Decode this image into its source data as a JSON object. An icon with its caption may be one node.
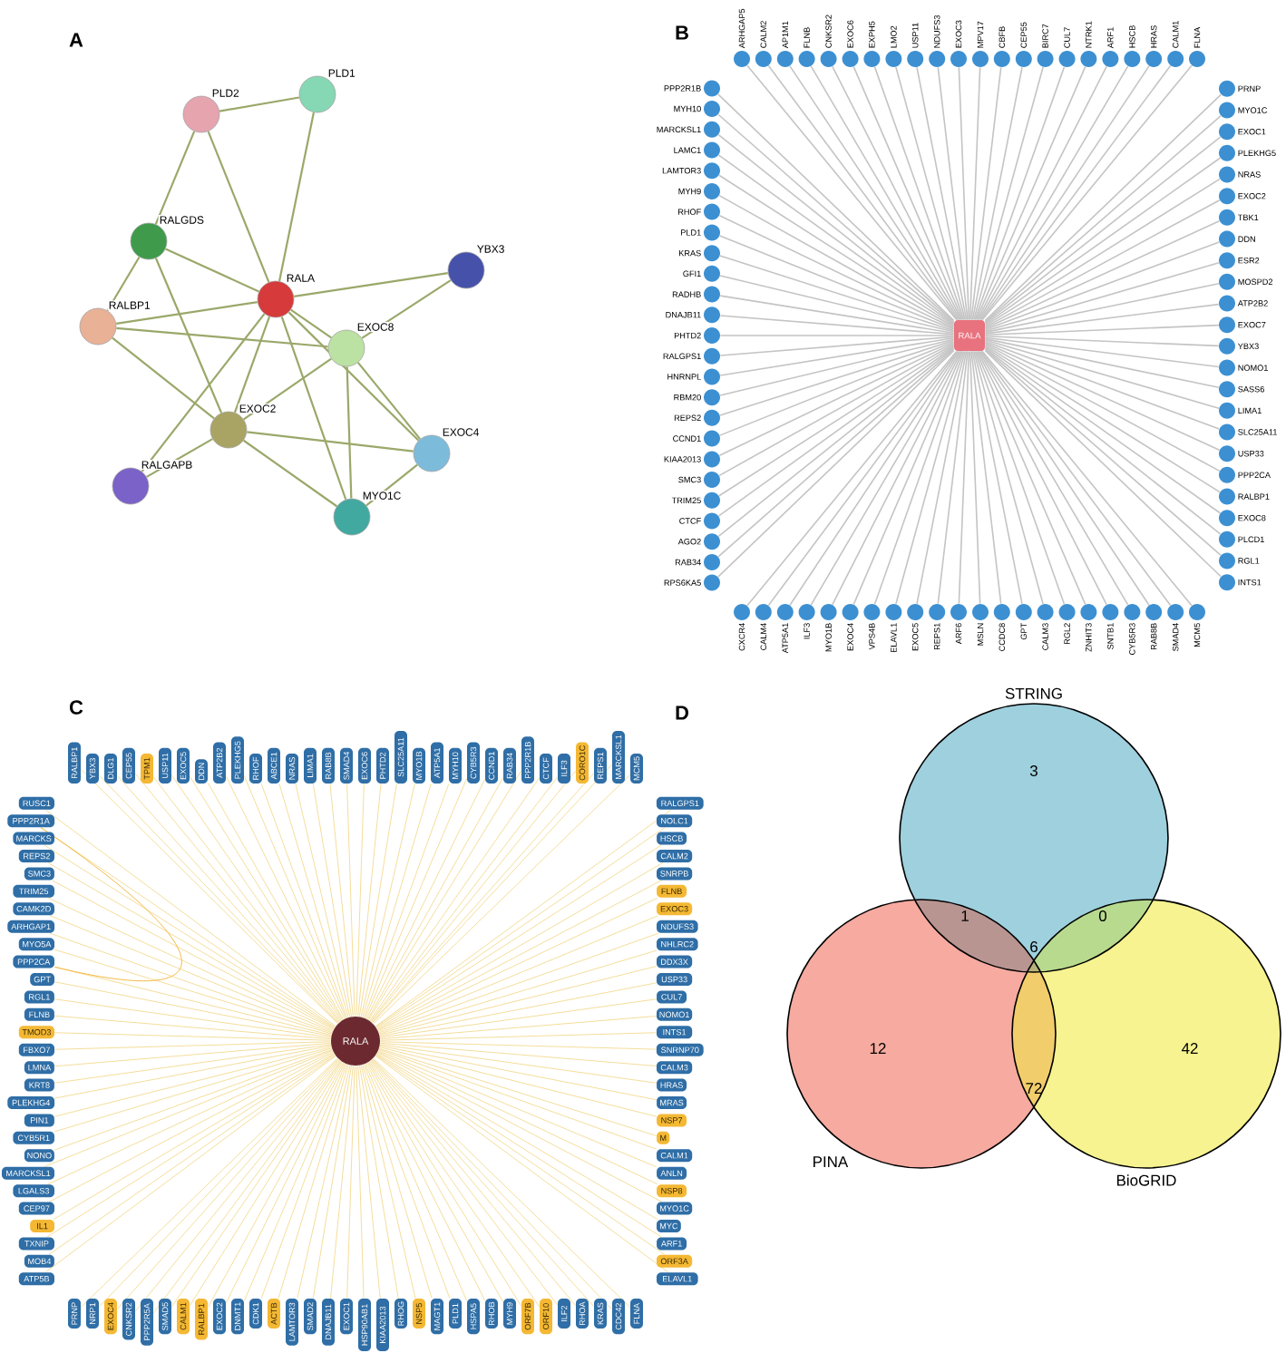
{
  "diagram": {
    "nodes": [
      {
        "text": [
          "PLD2"
        ]
      },
      {
        "text": [
          "PLD1"
        ]
      },
      {
        "text": [
          "RALGDS"
        ]
      },
      {
        "text": [
          "YBX3"
        ]
      },
      {
        "text": [
          "RALA"
        ]
      },
      {
        "text": [
          "RALBP1"
        ]
      },
      {
        "text": [
          "EXOC8"
        ]
      },
      {
        "text": [
          "EXOC2"
        ]
      },
      {
        "text": [
          "EXOC4"
        ]
      },
      {
        "text": [
          "RALGAPB"
        ]
      },
      {
        "text": [
          "MYO1C"
        ]
      },
      {
        "text": [
          "RALA"
        ]
      },
      {
        "text": [
          "ARHGAP5"
        ]
      },
      {
        "text": [
          "CALM2"
        ]
      },
      {
        "text": [
          "AP1M1"
        ]
      },
      {
        "text": [
          "FLNB"
        ]
      },
      {
        "text": [
          "CNKSR2"
        ]
      },
      {
        "text": [
          "EXOC6"
        ]
      },
      {
        "text": [
          "EXPH5"
        ]
      },
      {
        "text": [
          "LMO2"
        ]
      },
      {
        "text": [
          "USP11"
        ]
      },
      {
        "text": [
          "NDUFS3"
        ]
      },
      {
        "text": [
          "EXOC3"
        ]
      },
      {
        "text": [
          "MPV17"
        ]
      },
      {
        "text": [
          "CBFB"
        ]
      },
      {
        "text": [
          "CEP55"
        ]
      },
      {
        "text": [
          "BIRC7"
        ]
      },
      {
        "text": [
          "CUL7"
        ]
      },
      {
        "text": [
          "NTRK1"
        ]
      },
      {
        "text": [
          "ARF1"
        ]
      },
      {
        "text": [
          "HSCB"
        ]
      },
      {
        "text": [
          "HRAS"
        ]
      },
      {
        "text": [
          "CALM1"
        ]
      },
      {
        "text": [
          "FLNA"
        ]
      },
      {
        "text": [
          "PRNP"
        ]
      },
      {
        "text": [
          "MYO1C"
        ]
      },
      {
        "text": [
          "EXOC1"
        ]
      },
      {
        "text": [
          "PLEKHG5"
        ]
      },
      {
        "text": [
          "NRAS"
        ]
      },
      {
        "text": [
          "EXOC2"
        ]
      },
      {
        "text": [
          "TBK1"
        ]
      },
      {
        "text": [
          "DDN"
        ]
      },
      {
        "text": [
          "ESR2"
        ]
      },
      {
        "text": [
          "MOSPD2"
        ]
      },
      {
        "text": [
          "ATP2B2"
        ]
      },
      {
        "text": [
          "EXOC7"
        ]
      },
      {
        "text": [
          "YBX3"
        ]
      },
      {
        "text": [
          "NOMO1"
        ]
      },
      {
        "text": [
          "SASS6"
        ]
      },
      {
        "text": [
          "LIMA1"
        ]
      },
      {
        "text": [
          "SLC25A11"
        ]
      },
      {
        "text": [
          "USP33"
        ]
      },
      {
        "text": [
          "PPP2CA"
        ]
      },
      {
        "text": [
          "RALBP1"
        ]
      },
      {
        "text": [
          "EXOC8"
        ]
      },
      {
        "text": [
          "PLCD1"
        ]
      },
      {
        "text": [
          "RGL1"
        ]
      },
      {
        "text": [
          "INTS1"
        ]
      },
      {
        "text": [
          "MCM5"
        ]
      },
      {
        "text": [
          "SMAD4"
        ]
      },
      {
        "text": [
          "RAB8B"
        ]
      },
      {
        "text": [
          "CYB5R3"
        ]
      },
      {
        "text": [
          "SNTB1"
        ]
      },
      {
        "text": [
          "ZNHIT3"
        ]
      },
      {
        "text": [
          "RGL2"
        ]
      },
      {
        "text": [
          "CALM3"
        ]
      },
      {
        "text": [
          "GPT"
        ]
      },
      {
        "text": [
          "CCDC8"
        ]
      },
      {
        "text": [
          "MSLN"
        ]
      },
      {
        "text": [
          "ARF6"
        ]
      },
      {
        "text": [
          "REPS1"
        ]
      },
      {
        "text": [
          "EXOC5"
        ]
      },
      {
        "text": [
          "ELAVL1"
        ]
      },
      {
        "text": [
          "VPS4B"
        ]
      },
      {
        "text": [
          "EXOC4"
        ]
      },
      {
        "text": [
          "MYO1B"
        ]
      },
      {
        "text": [
          "ILF3"
        ]
      },
      {
        "text": [
          "ATP5A1"
        ]
      },
      {
        "text": [
          "CALM4"
        ]
      },
      {
        "text": [
          "CXCR4"
        ]
      },
      {
        "text": [
          "RPS6KA5"
        ]
      },
      {
        "text": [
          "RAB34"
        ]
      },
      {
        "text": [
          "AGO2"
        ]
      },
      {
        "text": [
          "CTCF"
        ]
      },
      {
        "text": [
          "TRIM25"
        ]
      },
      {
        "text": [
          "SMC3"
        ]
      },
      {
        "text": [
          "KIAA2013"
        ]
      },
      {
        "text": [
          "CCND1"
        ]
      },
      {
        "text": [
          "REPS2"
        ]
      },
      {
        "text": [
          "RBM20"
        ]
      },
      {
        "text": [
          "HNRNPL"
        ]
      },
      {
        "text": [
          "RALGPS1"
        ]
      },
      {
        "text": [
          "PHTD2"
        ]
      },
      {
        "text": [
          "DNAJB11"
        ]
      },
      {
        "text": [
          "RADHB"
        ]
      },
      {
        "text": [
          "GFI1"
        ]
      },
      {
        "text": [
          "KRAS"
        ]
      },
      {
        "text": [
          "PLD1"
        ]
      },
      {
        "text": [
          "RHOF"
        ]
      },
      {
        "text": [
          "MYH9"
        ]
      },
      {
        "text": [
          "LAMTOR3"
        ]
      },
      {
        "text": [
          "LAMC1"
        ]
      },
      {
        "text": [
          "MARCKSL1"
        ]
      },
      {
        "text": [
          "MYH10"
        ]
      },
      {
        "text": [
          "PPP2R1B"
        ]
      },
      {
        "text": [
          "RALA"
        ]
      },
      {
        "text": [
          "RALBP1"
        ]
      },
      {
        "text": [
          "YBX3"
        ]
      },
      {
        "text": [
          "DLG1"
        ]
      },
      {
        "text": [
          "CEP55"
        ]
      },
      {
        "text": [
          "TPM1"
        ]
      },
      {
        "text": [
          "USP11"
        ]
      },
      {
        "text": [
          "EXOC5"
        ]
      },
      {
        "text": [
          "DDN"
        ]
      },
      {
        "text": [
          "ATP2B2"
        ]
      },
      {
        "text": [
          "PLEKHG5"
        ]
      },
      {
        "text": [
          "RHOF"
        ]
      },
      {
        "text": [
          "ABCE1"
        ]
      },
      {
        "text": [
          "NRAS"
        ]
      },
      {
        "text": [
          "LIMA1"
        ]
      },
      {
        "text": [
          "RAB8B"
        ]
      },
      {
        "text": [
          "SMAD4"
        ]
      },
      {
        "text": [
          "EXOC6"
        ]
      },
      {
        "text": [
          "PHTD2"
        ]
      },
      {
        "text": [
          "SLC25A11"
        ]
      },
      {
        "text": [
          "MYO1B"
        ]
      },
      {
        "text": [
          "ATP5A1"
        ]
      },
      {
        "text": [
          "MYH10"
        ]
      },
      {
        "text": [
          "CYB5R3"
        ]
      },
      {
        "text": [
          "CCND1"
        ]
      },
      {
        "text": [
          "RAB34"
        ]
      },
      {
        "text": [
          "PPP2R1B"
        ]
      },
      {
        "text": [
          "CTCF"
        ]
      },
      {
        "text": [
          "ILF3"
        ]
      },
      {
        "text": [
          "CORO1C"
        ]
      },
      {
        "text": [
          "REPS1"
        ]
      },
      {
        "text": [
          "MARCKSL1"
        ]
      },
      {
        "text": [
          "MCM5"
        ]
      },
      {
        "text": [
          "RALGPS1"
        ]
      },
      {
        "text": [
          "NOLC1"
        ]
      },
      {
        "text": [
          "HSCB"
        ]
      },
      {
        "text": [
          "CALM2"
        ]
      },
      {
        "text": [
          "SNRPB"
        ]
      },
      {
        "text": [
          "FLNB"
        ]
      },
      {
        "text": [
          "EXOC3"
        ]
      },
      {
        "text": [
          "NDUFS3"
        ]
      },
      {
        "text": [
          "NHLRC2"
        ]
      },
      {
        "text": [
          "DDX3X"
        ]
      },
      {
        "text": [
          "USP33"
        ]
      },
      {
        "text": [
          "CUL7"
        ]
      },
      {
        "text": [
          "NOMO1"
        ]
      },
      {
        "text": [
          "INTS1"
        ]
      },
      {
        "text": [
          "SNRNP70"
        ]
      },
      {
        "text": [
          "CALM3"
        ]
      },
      {
        "text": [
          "HRAS"
        ]
      },
      {
        "text": [
          "MRAS"
        ]
      },
      {
        "text": [
          "NSP7"
        ]
      },
      {
        "text": [
          "M"
        ]
      },
      {
        "text": [
          "CALM1"
        ]
      },
      {
        "text": [
          "ANLN"
        ]
      },
      {
        "text": [
          "NSP8"
        ]
      },
      {
        "text": [
          "MYO1C"
        ]
      },
      {
        "text": [
          "MYC"
        ]
      },
      {
        "text": [
          "ARF1"
        ]
      },
      {
        "text": [
          "ORF3A"
        ]
      },
      {
        "text": [
          "ELAVL1"
        ]
      },
      {
        "text": [
          "FLNA"
        ]
      },
      {
        "text": [
          "CDC42"
        ]
      },
      {
        "text": [
          "KRAS"
        ]
      },
      {
        "text": [
          "RHOA"
        ]
      },
      {
        "text": [
          "ILF2"
        ]
      },
      {
        "text": [
          "ORF10"
        ]
      },
      {
        "text": [
          "ORF7B"
        ]
      },
      {
        "text": [
          "MYH9"
        ]
      },
      {
        "text": [
          "RHOB"
        ]
      },
      {
        "text": [
          "HSPA5"
        ]
      },
      {
        "text": [
          "PLD1"
        ]
      },
      {
        "text": [
          "MAGT1"
        ]
      },
      {
        "text": [
          "NSP5"
        ]
      },
      {
        "text": [
          "RHOG"
        ]
      },
      {
        "text": [
          "KIAA2013"
        ]
      },
      {
        "text": [
          "HSP90AB1"
        ]
      },
      {
        "text": [
          "EXOC1"
        ]
      },
      {
        "text": [
          "DNAJB11"
        ]
      },
      {
        "text": [
          "SMAD2"
        ]
      },
      {
        "text": [
          "LAMTOR3"
        ]
      },
      {
        "text": [
          "ACTB"
        ]
      },
      {
        "text": [
          "CDK1"
        ]
      },
      {
        "text": [
          "DNMT1"
        ]
      },
      {
        "text": [
          "EXOC2"
        ]
      },
      {
        "text": [
          "RALBP1"
        ]
      },
      {
        "text": [
          "CALM1"
        ]
      },
      {
        "text": [
          "SMAD5"
        ]
      },
      {
        "text": [
          "PPP2R5A"
        ]
      },
      {
        "text": [
          "CNKSR2"
        ]
      },
      {
        "text": [
          "EXOC4"
        ]
      },
      {
        "text": [
          "NRP1"
        ]
      },
      {
        "text": [
          "PRNP"
        ]
      },
      {
        "text": [
          "ATP5B"
        ]
      },
      {
        "text": [
          "MOB4"
        ]
      },
      {
        "text": [
          "TXNIP"
        ]
      },
      {
        "text": [
          "IL1"
        ]
      },
      {
        "text": [
          "CEP97"
        ]
      },
      {
        "text": [
          "LGALS3"
        ]
      },
      {
        "text": [
          "MARCKSL1"
        ]
      },
      {
        "text": [
          "NONO"
        ]
      },
      {
        "text": [
          "CYB5R1"
        ]
      },
      {
        "text": [
          "PIN1"
        ]
      },
      {
        "text": [
          "PLEKHG4"
        ]
      },
      {
        "text": [
          "KRT8"
        ]
      },
      {
        "text": [
          "LMNA"
        ]
      },
      {
        "text": [
          "FBXO7"
        ]
      },
      {
        "text": [
          "TMOD3"
        ]
      },
      {
        "text": [
          "FLNB"
        ]
      },
      {
        "text": [
          "RGL1"
        ]
      },
      {
        "text": [
          "GPT"
        ]
      },
      {
        "text": [
          "PPP2CA"
        ]
      },
      {
        "text": [
          "MYO5A"
        ]
      },
      {
        "text": [
          "ARHGAP1"
        ]
      },
      {
        "text": [
          "CAMK2D"
        ]
      },
      {
        "text": [
          "TRIM25"
        ]
      },
      {
        "text": [
          "SMC3"
        ]
      },
      {
        "text": [
          "REPS2"
        ]
      },
      {
        "text": [
          "MARCKS"
        ]
      },
      {
        "text": [
          "PPP2R1A"
        ]
      },
      {
        "text": [
          "RUSC1"
        ]
      },
      {
        "text": [
          "STRING"
        ]
      },
      {
        "text": [
          "PINA"
        ]
      },
      {
        "text": [
          "BioGRID"
        ]
      }
    ],
    "edges": [
      {
        "from": 0,
        "to": 1,
        "arrow": "none",
        "color": "#9aa86a"
      },
      {
        "from": 0,
        "to": 2,
        "arrow": "none",
        "color": "#9aa86a"
      },
      {
        "from": 0,
        "to": 4,
        "arrow": "none",
        "color": "#9aa86a"
      },
      {
        "from": 1,
        "to": 4,
        "arrow": "none",
        "color": "#9aa86a"
      },
      {
        "from": 2,
        "to": 4,
        "arrow": "none",
        "color": "#9aa86a"
      },
      {
        "from": 2,
        "to": 5,
        "arrow": "none",
        "color": "#9aa86a"
      },
      {
        "from": 2,
        "to": 7,
        "arrow": "none",
        "color": "#9aa86a"
      },
      {
        "from": 4,
        "to": 3,
        "arrow": "none",
        "color": "#9aa86a"
      },
      {
        "from": 4,
        "to": 5,
        "arrow": "none",
        "color": "#9aa86a"
      },
      {
        "from": 4,
        "to": 6,
        "arrow": "none",
        "color": "#9aa86a"
      },
      {
        "from": 4,
        "to": 7,
        "arrow": "none",
        "color": "#9aa86a"
      },
      {
        "from": 4,
        "to": 8,
        "arrow": "none",
        "color": "#9aa86a"
      },
      {
        "from": 4,
        "to": 10,
        "arrow": "none",
        "color": "#9aa86a"
      },
      {
        "from": 4,
        "to": 9,
        "arrow": "none",
        "color": "#9aa86a"
      },
      {
        "from": 5,
        "to": 6,
        "arrow": "none",
        "color": "#9aa86a"
      },
      {
        "from": 5,
        "to": 7,
        "arrow": "none",
        "color": "#9aa86a"
      },
      {
        "from": 3,
        "to": 6,
        "arrow": "none",
        "color": "#9aa86a"
      },
      {
        "from": 6,
        "to": 7,
        "arrow": "none",
        "color": "#9aa86a"
      },
      {
        "from": 6,
        "to": 8,
        "arrow": "none",
        "color": "#9aa86a"
      },
      {
        "from": 6,
        "to": 10,
        "arrow": "none",
        "color": "#9aa86a"
      },
      {
        "from": 7,
        "to": 8,
        "arrow": "none",
        "color": "#9aa86a"
      },
      {
        "from": 7,
        "to": 10,
        "arrow": "none",
        "color": "#9aa86a"
      },
      {
        "from": 7,
        "to": 9,
        "arrow": "none",
        "color": "#9aa86a"
      },
      {
        "from": 8,
        "to": 10,
        "arrow": "none",
        "color": "#9aa86a"
      },
      {
        "from": 11,
        "to": 12,
        "arrow": "none",
        "color": "#c4c4c4"
      },
      {
        "from": 11,
        "to": 13,
        "arrow": "none",
        "color": "#c4c4c4"
      },
      {
        "from": 11,
        "to": 14,
        "arrow": "none",
        "color": "#c4c4c4"
      },
      {
        "from": 11,
        "to": 15,
        "arrow": "none",
        "color": "#c4c4c4"
      },
      {
        "from": 11,
        "to": 16,
        "arrow": "none",
        "color": "#c4c4c4"
      },
      {
        "from": 11,
        "to": 17,
        "arrow": "none",
        "color": "#c4c4c4"
      },
      {
        "from": 11,
        "to": 18,
        "arrow": "none",
        "color": "#c4c4c4"
      },
      {
        "from": 11,
        "to": 19,
        "arrow": "none",
        "color": "#c4c4c4"
      },
      {
        "from": 11,
        "to": 20,
        "arrow": "none",
        "color": "#c4c4c4"
      },
      {
        "from": 11,
        "to": 21,
        "arrow": "none",
        "color": "#c4c4c4"
      },
      {
        "from": 11,
        "to": 22,
        "arrow": "none",
        "color": "#c4c4c4"
      },
      {
        "from": 11,
        "to": 23,
        "arrow": "none",
        "color": "#c4c4c4"
      },
      {
        "from": 11,
        "to": 24,
        "arrow": "none",
        "color": "#c4c4c4"
      },
      {
        "from": 11,
        "to": 25,
        "arrow": "none",
        "color": "#c4c4c4"
      },
      {
        "from": 11,
        "to": 26,
        "arrow": "none",
        "color": "#c4c4c4"
      },
      {
        "from": 11,
        "to": 27,
        "arrow": "none",
        "color": "#c4c4c4"
      },
      {
        "from": 11,
        "to": 28,
        "arrow": "none",
        "color": "#c4c4c4"
      },
      {
        "from": 11,
        "to": 29,
        "arrow": "none",
        "color": "#c4c4c4"
      },
      {
        "from": 11,
        "to": 30,
        "arrow": "none",
        "color": "#c4c4c4"
      },
      {
        "from": 11,
        "to": 31,
        "arrow": "none",
        "color": "#c4c4c4"
      },
      {
        "from": 11,
        "to": 32,
        "arrow": "none",
        "color": "#c4c4c4"
      },
      {
        "from": 11,
        "to": 33,
        "arrow": "none",
        "color": "#c4c4c4"
      },
      {
        "from": 11,
        "to": 34,
        "arrow": "none",
        "color": "#c4c4c4"
      },
      {
        "from": 11,
        "to": 35,
        "arrow": "none",
        "color": "#c4c4c4"
      },
      {
        "from": 11,
        "to": 36,
        "arrow": "none",
        "color": "#c4c4c4"
      },
      {
        "from": 11,
        "to": 37,
        "arrow": "none",
        "color": "#c4c4c4"
      },
      {
        "from": 11,
        "to": 38,
        "arrow": "none",
        "color": "#c4c4c4"
      },
      {
        "from": 11,
        "to": 39,
        "arrow": "none",
        "color": "#c4c4c4"
      },
      {
        "from": 11,
        "to": 40,
        "arrow": "none",
        "color": "#c4c4c4"
      },
      {
        "from": 11,
        "to": 41,
        "arrow": "none",
        "color": "#c4c4c4"
      },
      {
        "from": 11,
        "to": 42,
        "arrow": "none",
        "color": "#c4c4c4"
      },
      {
        "from": 11,
        "to": 43,
        "arrow": "none",
        "color": "#c4c4c4"
      },
      {
        "from": 11,
        "to": 44,
        "arrow": "none",
        "color": "#c4c4c4"
      },
      {
        "from": 11,
        "to": 45,
        "arrow": "none",
        "color": "#c4c4c4"
      },
      {
        "from": 11,
        "to": 46,
        "arrow": "none",
        "color": "#c4c4c4"
      },
      {
        "from": 11,
        "to": 47,
        "arrow": "none",
        "color": "#c4c4c4"
      },
      {
        "from": 11,
        "to": 48,
        "arrow": "none",
        "color": "#c4c4c4"
      },
      {
        "from": 11,
        "to": 49,
        "arrow": "none",
        "color": "#c4c4c4"
      },
      {
        "from": 11,
        "to": 50,
        "arrow": "none",
        "color": "#c4c4c4"
      },
      {
        "from": 11,
        "to": 51,
        "arrow": "none",
        "color": "#c4c4c4"
      },
      {
        "from": 11,
        "to": 52,
        "arrow": "none",
        "color": "#c4c4c4"
      },
      {
        "from": 11,
        "to": 53,
        "arrow": "none",
        "color": "#c4c4c4"
      },
      {
        "from": 11,
        "to": 54,
        "arrow": "none",
        "color": "#c4c4c4"
      },
      {
        "from": 11,
        "to": 55,
        "arrow": "none",
        "color": "#c4c4c4"
      },
      {
        "from": 11,
        "to": 56,
        "arrow": "none",
        "color": "#c4c4c4"
      },
      {
        "from": 11,
        "to": 57,
        "arrow": "none",
        "color": "#c4c4c4"
      },
      {
        "from": 11,
        "to": 58,
        "arrow": "none",
        "color": "#c4c4c4"
      },
      {
        "from": 11,
        "to": 59,
        "arrow": "none",
        "color": "#c4c4c4"
      },
      {
        "from": 11,
        "to": 60,
        "arrow": "none",
        "color": "#c4c4c4"
      },
      {
        "from": 11,
        "to": 61,
        "arrow": "none",
        "color": "#c4c4c4"
      },
      {
        "from": 11,
        "to": 62,
        "arrow": "none",
        "color": "#c4c4c4"
      },
      {
        "from": 11,
        "to": 63,
        "arrow": "none",
        "color": "#c4c4c4"
      },
      {
        "from": 11,
        "to": 64,
        "arrow": "none",
        "color": "#c4c4c4"
      },
      {
        "from": 11,
        "to": 65,
        "arrow": "none",
        "color": "#c4c4c4"
      },
      {
        "from": 11,
        "to": 66,
        "arrow": "none",
        "color": "#c4c4c4"
      },
      {
        "from": 11,
        "to": 67,
        "arrow": "none",
        "color": "#c4c4c4"
      },
      {
        "from": 11,
        "to": 68,
        "arrow": "none",
        "color": "#c4c4c4"
      },
      {
        "from": 11,
        "to": 69,
        "arrow": "none",
        "color": "#c4c4c4"
      },
      {
        "from": 11,
        "to": 70,
        "arrow": "none",
        "color": "#c4c4c4"
      },
      {
        "from": 11,
        "to": 71,
        "arrow": "none",
        "color": "#c4c4c4"
      },
      {
        "from": 11,
        "to": 72,
        "arrow": "none",
        "color": "#c4c4c4"
      },
      {
        "from": 11,
        "to": 73,
        "arrow": "none",
        "color": "#c4c4c4"
      },
      {
        "from": 11,
        "to": 74,
        "arrow": "none",
        "color": "#c4c4c4"
      },
      {
        "from": 11,
        "to": 75,
        "arrow": "none",
        "color": "#c4c4c4"
      },
      {
        "from": 11,
        "to": 76,
        "arrow": "none",
        "color": "#c4c4c4"
      },
      {
        "from": 11,
        "to": 77,
        "arrow": "none",
        "color": "#c4c4c4"
      },
      {
        "from": 11,
        "to": 78,
        "arrow": "none",
        "color": "#c4c4c4"
      },
      {
        "from": 11,
        "to": 79,
        "arrow": "none",
        "color": "#c4c4c4"
      },
      {
        "from": 11,
        "to": 80,
        "arrow": "none",
        "color": "#c4c4c4"
      },
      {
        "from": 11,
        "to": 81,
        "arrow": "none",
        "color": "#c4c4c4"
      },
      {
        "from": 11,
        "to": 82,
        "arrow": "none",
        "color": "#c4c4c4"
      },
      {
        "from": 11,
        "to": 83,
        "arrow": "none",
        "color": "#c4c4c4"
      },
      {
        "from": 11,
        "to": 84,
        "arrow": "none",
        "color": "#c4c4c4"
      },
      {
        "from": 11,
        "to": 85,
        "arrow": "none",
        "color": "#c4c4c4"
      },
      {
        "from": 11,
        "to": 86,
        "arrow": "none",
        "color": "#c4c4c4"
      },
      {
        "from": 11,
        "to": 87,
        "arrow": "none",
        "color": "#c4c4c4"
      },
      {
        "from": 11,
        "to": 88,
        "arrow": "none",
        "color": "#c4c4c4"
      },
      {
        "from": 11,
        "to": 89,
        "arrow": "none",
        "color": "#c4c4c4"
      },
      {
        "from": 11,
        "to": 90,
        "arrow": "none",
        "color": "#c4c4c4"
      },
      {
        "from": 11,
        "to": 91,
        "arrow": "none",
        "color": "#c4c4c4"
      },
      {
        "from": 11,
        "to": 92,
        "arrow": "none",
        "color": "#c4c4c4"
      },
      {
        "from": 11,
        "to": 93,
        "arrow": "none",
        "color": "#c4c4c4"
      },
      {
        "from": 11,
        "to": 94,
        "arrow": "none",
        "color": "#c4c4c4"
      },
      {
        "from": 11,
        "to": 95,
        "arrow": "none",
        "color": "#c4c4c4"
      },
      {
        "from": 11,
        "to": 96,
        "arrow": "none",
        "color": "#c4c4c4"
      },
      {
        "from": 11,
        "to": 97,
        "arrow": "none",
        "color": "#c4c4c4"
      },
      {
        "from": 11,
        "to": 98,
        "arrow": "none",
        "color": "#c4c4c4"
      },
      {
        "from": 11,
        "to": 99,
        "arrow": "none",
        "color": "#c4c4c4"
      },
      {
        "from": 11,
        "to": 100,
        "arrow": "none",
        "color": "#c4c4c4"
      },
      {
        "from": 11,
        "to": 101,
        "arrow": "none",
        "color": "#c4c4c4"
      },
      {
        "from": 11,
        "to": 102,
        "arrow": "none",
        "color": "#c4c4c4"
      },
      {
        "from": 11,
        "to": 103,
        "arrow": "none",
        "color": "#c4c4c4"
      },
      {
        "from": 11,
        "to": 104,
        "arrow": "none",
        "color": "#c4c4c4"
      },
      {
        "from": 105,
        "to": 106,
        "arrow": "none"
      },
      {
        "from": 105,
        "to": 107,
        "arrow": "none"
      },
      {
        "from": 105,
        "to": 108,
        "arrow": "none"
      },
      {
        "from": 105,
        "to": 109,
        "arrow": "none"
      },
      {
        "from": 105,
        "to": 110,
        "arrow": "none"
      },
      {
        "from": 105,
        "to": 111,
        "arrow": "none"
      },
      {
        "from": 105,
        "to": 112,
        "arrow": "none"
      },
      {
        "from": 105,
        "to": 113,
        "arrow": "none"
      },
      {
        "from": 105,
        "to": 114,
        "arrow": "none"
      },
      {
        "from": 105,
        "to": 115,
        "arrow": "none"
      },
      {
        "from": 105,
        "to": 116,
        "arrow": "none"
      },
      {
        "from": 105,
        "to": 117,
        "arrow": "none"
      },
      {
        "from": 105,
        "to": 118,
        "arrow": "none"
      },
      {
        "from": 105,
        "to": 119,
        "arrow": "none"
      },
      {
        "from": 105,
        "to": 120,
        "arrow": "none"
      },
      {
        "from": 105,
        "to": 121,
        "arrow": "none"
      },
      {
        "from": 105,
        "to": 122,
        "arrow": "none"
      },
      {
        "from": 105,
        "to": 123,
        "arrow": "none"
      },
      {
        "from": 105,
        "to": 124,
        "arrow": "none"
      },
      {
        "from": 105,
        "to": 125,
        "arrow": "none"
      },
      {
        "from": 105,
        "to": 126,
        "arrow": "none"
      },
      {
        "from": 105,
        "to": 127,
        "arrow": "none"
      },
      {
        "from": 105,
        "to": 128,
        "arrow": "none"
      },
      {
        "from": 105,
        "to": 129,
        "arrow": "none"
      },
      {
        "from": 105,
        "to": 130,
        "arrow": "none"
      },
      {
        "from": 105,
        "to": 131,
        "arrow": "none"
      },
      {
        "from": 105,
        "to": 132,
        "arrow": "none"
      },
      {
        "from": 105,
        "to": 133,
        "arrow": "none"
      },
      {
        "from": 105,
        "to": 134,
        "arrow": "none"
      },
      {
        "from": 105,
        "to": 135,
        "arrow": "none"
      },
      {
        "from": 105,
        "to": 136,
        "arrow": "none"
      },
      {
        "from": 105,
        "to": 137,
        "arrow": "none"
      },
      {
        "from": 105,
        "to": 138,
        "arrow": "none"
      },
      {
        "from": 105,
        "to": 139,
        "arrow": "none"
      },
      {
        "from": 105,
        "to": 140,
        "arrow": "none"
      },
      {
        "from": 105,
        "to": 141,
        "arrow": "none"
      },
      {
        "from": 105,
        "to": 142,
        "arrow": "none"
      },
      {
        "from": 105,
        "to": 143,
        "arrow": "none"
      },
      {
        "from": 105,
        "to": 144,
        "arrow": "none"
      },
      {
        "from": 105,
        "to": 145,
        "arrow": "none"
      },
      {
        "from": 105,
        "to": 146,
        "arrow": "none"
      },
      {
        "from": 105,
        "to": 147,
        "arrow": "none"
      },
      {
        "from": 105,
        "to": 148,
        "arrow": "none"
      },
      {
        "from": 105,
        "to": 149,
        "arrow": "none"
      },
      {
        "from": 105,
        "to": 150,
        "arrow": "none"
      },
      {
        "from": 105,
        "to": 151,
        "arrow": "none"
      },
      {
        "from": 105,
        "to": 152,
        "arrow": "none"
      },
      {
        "from": 105,
        "to": 153,
        "arrow": "none"
      },
      {
        "from": 105,
        "to": 154,
        "arrow": "none"
      },
      {
        "from": 105,
        "to": 155,
        "arrow": "none"
      },
      {
        "from": 105,
        "to": 156,
        "arrow": "none"
      },
      {
        "from": 105,
        "to": 157,
        "arrow": "none"
      },
      {
        "from": 105,
        "to": 158,
        "arrow": "none"
      },
      {
        "from": 105,
        "to": 159,
        "arrow": "none"
      },
      {
        "from": 105,
        "to": 160,
        "arrow": "none"
      },
      {
        "from": 105,
        "to": 161,
        "arrow": "none"
      },
      {
        "from": 105,
        "to": 162,
        "arrow": "none"
      },
      {
        "from": 105,
        "to": 163,
        "arrow": "none"
      },
      {
        "from": 105,
        "to": 164,
        "arrow": "none"
      },
      {
        "from": 105,
        "to": 165,
        "arrow": "none"
      },
      {
        "from": 105,
        "to": 166,
        "arrow": "none"
      },
      {
        "from": 105,
        "to": 167,
        "arrow": "none"
      },
      {
        "from": 105,
        "to": 168,
        "arrow": "none"
      },
      {
        "from": 105,
        "to": 169,
        "arrow": "none"
      },
      {
        "from": 105,
        "to": 170,
        "arrow": "none"
      },
      {
        "from": 105,
        "to": 171,
        "arrow": "none"
      },
      {
        "from": 105,
        "to": 172,
        "arrow": "none"
      },
      {
        "from": 105,
        "to": 173,
        "arrow": "none"
      },
      {
        "from": 105,
        "to": 174,
        "arrow": "none"
      },
      {
        "from": 105,
        "to": 175,
        "arrow": "none"
      },
      {
        "from": 105,
        "to": 176,
        "arrow": "none"
      },
      {
        "from": 105,
        "to": 177,
        "arrow": "none"
      },
      {
        "from": 105,
        "to": 178,
        "arrow": "none"
      },
      {
        "from": 105,
        "to": 179,
        "arrow": "none"
      },
      {
        "from": 105,
        "to": 180,
        "arrow": "none"
      },
      {
        "from": 105,
        "to": 181,
        "arrow": "none"
      },
      {
        "from": 105,
        "to": 182,
        "arrow": "none"
      },
      {
        "from": 105,
        "to": 183,
        "arrow": "none"
      },
      {
        "from": 105,
        "to": 184,
        "arrow": "none"
      },
      {
        "from": 105,
        "to": 185,
        "arrow": "none"
      },
      {
        "from": 105,
        "to": 186,
        "arrow": "none"
      },
      {
        "from": 105,
        "to": 187,
        "arrow": "none"
      },
      {
        "from": 105,
        "to": 188,
        "arrow": "none"
      },
      {
        "from": 105,
        "to": 189,
        "arrow": "none"
      },
      {
        "from": 105,
        "to": 190,
        "arrow": "none"
      },
      {
        "from": 105,
        "to": 191,
        "arrow": "none"
      },
      {
        "from": 105,
        "to": 192,
        "arrow": "none"
      },
      {
        "from": 105,
        "to": 193,
        "arrow": "none"
      },
      {
        "from": 105,
        "to": 194,
        "arrow": "none"
      },
      {
        "from": 105,
        "to": 195,
        "arrow": "none"
      },
      {
        "from": 105,
        "to": 196,
        "arrow": "none"
      },
      {
        "from": 105,
        "to": 197,
        "arrow": "none"
      },
      {
        "from": 105,
        "to": 198,
        "arrow": "none"
      },
      {
        "from": 105,
        "to": 199,
        "arrow": "none"
      },
      {
        "from": 105,
        "to": 200,
        "arrow": "none"
      },
      {
        "from": 105,
        "to": 201,
        "arrow": "none"
      },
      {
        "from": 105,
        "to": 202,
        "arrow": "none"
      },
      {
        "from": 105,
        "to": 203,
        "arrow": "none"
      },
      {
        "from": 105,
        "to": 204,
        "arrow": "none"
      },
      {
        "from": 105,
        "to": 205,
        "arrow": "none"
      },
      {
        "from": 105,
        "to": 206,
        "arrow": "none"
      },
      {
        "from": 105,
        "to": 207,
        "arrow": "none"
      },
      {
        "from": 105,
        "to": 208,
        "arrow": "none"
      },
      {
        "from": 105,
        "to": 209,
        "arrow": "none"
      },
      {
        "from": 105,
        "to": 210,
        "arrow": "none"
      },
      {
        "from": 105,
        "to": 211,
        "arrow": "none"
      },
      {
        "from": 105,
        "to": 212,
        "arrow": "none"
      },
      {
        "from": 105,
        "to": 213,
        "arrow": "none"
      },
      {
        "from": 105,
        "to": 214,
        "arrow": "none"
      },
      {
        "from": 105,
        "to": 215,
        "arrow": "none"
      },
      {
        "from": 105,
        "to": 216,
        "arrow": "none"
      },
      {
        "from": 105,
        "to": 217,
        "arrow": "none"
      },
      {
        "from": 105,
        "to": 218,
        "arrow": "none"
      },
      {
        "from": 105,
        "to": 219,
        "arrow": "none"
      },
      {
        "from": 105,
        "to": 220,
        "arrow": "none"
      },
      {
        "from": 105,
        "to": 221,
        "arrow": "none"
      },
      {
        "from": 105,
        "to": 222,
        "arrow": "none"
      },
      {
        "from": 105,
        "to": 223,
        "arrow": "none"
      },
      {
        "from": 105,
        "to": 224,
        "arrow": "none"
      },
      {
        "from": 105,
        "to": 225,
        "arrow": "none"
      },
      {
        "from": 216,
        "to": 224,
        "arrow": "none",
        "color": "#f2b230"
      }
    ],
    "labels": [
      "A",
      "B",
      "C",
      "D",
      "3",
      "1",
      "0",
      "6",
      "12",
      "72",
      "42"
    ]
  }
}
